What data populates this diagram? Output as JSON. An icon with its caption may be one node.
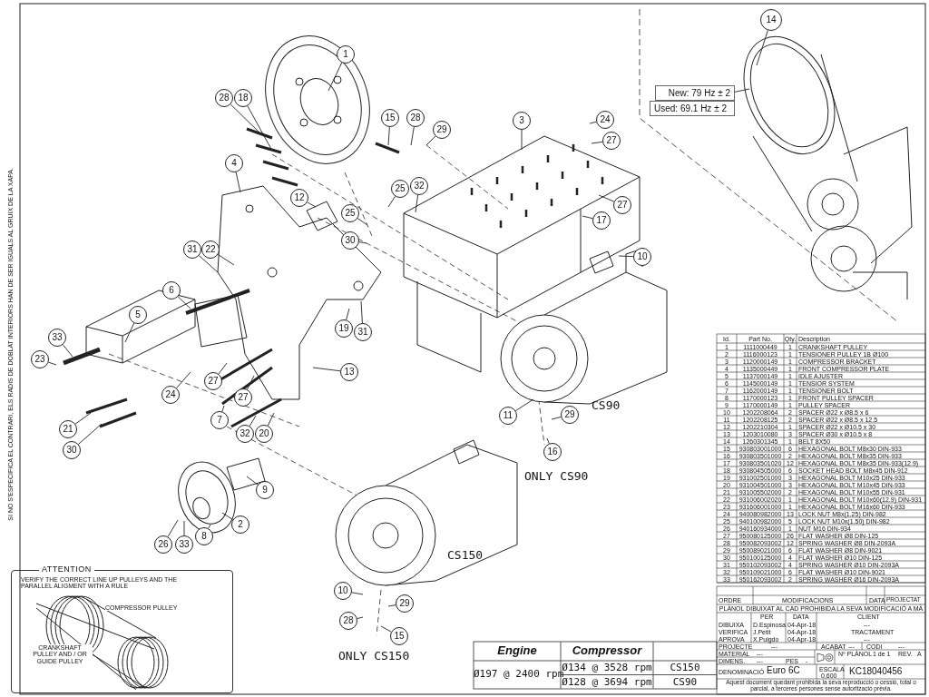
{
  "diagram": {
    "nodes": [
      {
        "text": [
          "14"
        ]
      },
      {
        "text": [
          "1"
        ]
      },
      {
        "text": [
          "New: 79 Hz ± 2",
          "Used: 69.1 Hz ± 2"
        ]
      },
      {
        "text": [
          "28"
        ]
      },
      {
        "text": [
          "18"
        ]
      },
      {
        "text": [
          "15"
        ]
      },
      {
        "text": [
          "28"
        ]
      },
      {
        "text": [
          "3"
        ]
      },
      {
        "text": [
          "24"
        ]
      },
      {
        "text": [
          "29"
        ]
      },
      {
        "text": [
          "27"
        ]
      },
      {
        "text": [
          "4"
        ]
      },
      {
        "text": [
          "32"
        ]
      },
      {
        "text": [
          "25"
        ]
      },
      {
        "text": [
          "12"
        ]
      },
      {
        "text": [
          "27"
        ]
      },
      {
        "text": [
          "25"
        ]
      },
      {
        "text": [
          "17"
        ]
      },
      {
        "text": [
          "30"
        ]
      },
      {
        "text": [
          "31"
        ]
      },
      {
        "text": [
          "22"
        ]
      },
      {
        "text": [
          "10"
        ]
      },
      {
        "text": [
          "6"
        ]
      },
      {
        "text": [
          "5"
        ]
      },
      {
        "text": [
          "19"
        ]
      },
      {
        "text": [
          "31"
        ]
      },
      {
        "text": [
          "33"
        ]
      },
      {
        "text": [
          "23"
        ]
      },
      {
        "text": [
          "13"
        ]
      },
      {
        "text": [
          "27"
        ]
      },
      {
        "text": [
          "24"
        ]
      },
      {
        "text": [
          "27"
        ]
      },
      {
        "text": [
          "11"
        ]
      },
      {
        "text": [
          "29"
        ]
      },
      {
        "text": [
          "7"
        ]
      },
      {
        "text": [
          "21"
        ]
      },
      {
        "text": [
          "32"
        ]
      },
      {
        "text": [
          "20"
        ]
      },
      {
        "text": [
          "16"
        ]
      },
      {
        "text": [
          "30"
        ]
      },
      {
        "text": [
          "9"
        ]
      },
      {
        "text": [
          "2"
        ]
      },
      {
        "text": [
          "8"
        ]
      },
      {
        "text": [
          "26"
        ]
      },
      {
        "text": [
          "33"
        ]
      },
      {
        "text": [
          "ATTENTION",
          "VERIFY THE CORRECT LINE UP PULLEYS AND THE PARALLEL ALIGMENT WITH A RULE"
        ]
      },
      {
        "text": [
          "10"
        ]
      },
      {
        "text": [
          "29"
        ]
      },
      {
        "text": [
          "28"
        ]
      },
      {
        "text": [
          "15"
        ]
      }
    ],
    "edges": [
      {
        "from": 0,
        "to": null,
        "arrow": "none"
      },
      {
        "from": 1,
        "to": null,
        "arrow": "none"
      },
      {
        "from": 2,
        "to": null,
        "arrow": "none"
      },
      {
        "from": 3,
        "to": null,
        "arrow": "none"
      },
      {
        "from": 4,
        "to": null,
        "arrow": "none"
      },
      {
        "from": 5,
        "to": null,
        "arrow": "none"
      },
      {
        "from": 6,
        "to": null,
        "arrow": "none"
      },
      {
        "from": 7,
        "to": null,
        "arrow": "none"
      },
      {
        "from": 8,
        "to": null,
        "arrow": "none"
      },
      {
        "from": 9,
        "to": null,
        "arrow": "none"
      },
      {
        "from": 10,
        "to": null,
        "arrow": "none"
      },
      {
        "from": 11,
        "to": null,
        "arrow": "none"
      },
      {
        "from": 12,
        "to": null,
        "arrow": "none"
      },
      {
        "from": 13,
        "to": null,
        "arrow": "none"
      },
      {
        "from": 14,
        "to": null,
        "arrow": "none"
      },
      {
        "from": 15,
        "to": null,
        "arrow": "none"
      },
      {
        "from": 16,
        "to": null,
        "arrow": "none"
      },
      {
        "from": 17,
        "to": null,
        "arrow": "none"
      },
      {
        "from": 18,
        "to": null,
        "arrow": "none"
      },
      {
        "from": 19,
        "to": null,
        "arrow": "none"
      },
      {
        "from": 20,
        "to": null,
        "arrow": "none"
      },
      {
        "from": 21,
        "to": null,
        "arrow": "none"
      },
      {
        "from": 22,
        "to": null,
        "arrow": "none"
      },
      {
        "from": 23,
        "to": null,
        "arrow": "none"
      },
      {
        "from": 24,
        "to": null,
        "arrow": "none"
      },
      {
        "from": 25,
        "to": null,
        "arrow": "none"
      },
      {
        "from": 26,
        "to": null,
        "arrow": "none"
      },
      {
        "from": 27,
        "to": null,
        "arrow": "none"
      },
      {
        "from": 28,
        "to": null,
        "arrow": "none"
      },
      {
        "from": 29,
        "to": null,
        "arrow": "none"
      },
      {
        "from": 30,
        "to": null,
        "arrow": "none"
      },
      {
        "from": 31,
        "to": null,
        "arrow": "none"
      },
      {
        "from": 32,
        "to": null,
        "arrow": "none"
      },
      {
        "from": 33,
        "to": null,
        "arrow": "none"
      },
      {
        "from": 34,
        "to": null,
        "arrow": "none"
      },
      {
        "from": 35,
        "to": null,
        "arrow": "none"
      },
      {
        "from": 36,
        "to": null,
        "arrow": "none"
      },
      {
        "from": 37,
        "to": null,
        "arrow": "none"
      },
      {
        "from": 38,
        "to": null,
        "arrow": "none"
      },
      {
        "from": 39,
        "to": null,
        "arrow": "none"
      },
      {
        "from": 40,
        "to": null,
        "arrow": "none"
      },
      {
        "from": 41,
        "to": null,
        "arrow": "none"
      },
      {
        "from": 42,
        "to": null,
        "arrow": "none"
      },
      {
        "from": 43,
        "to": null,
        "arrow": "none"
      },
      {
        "from": 44,
        "to": null,
        "arrow": "none"
      },
      {
        "from": 46,
        "to": null,
        "arrow": "none"
      },
      {
        "from": 47,
        "to": null,
        "arrow": "none"
      },
      {
        "from": 48,
        "to": null,
        "arrow": "none"
      },
      {
        "from": 49,
        "to": null,
        "arrow": "none"
      }
    ],
    "labels": [
      "SI NO S'ESPECIFICA EL CONTRARI, ELS RADIS DE DOBLAT INTERIORS HAN DE SER IGUALS AL GRUIX DE LA XAPA.",
      "CS90",
      "ONLY CS90",
      "CS150",
      "ONLY CS150",
      "COMPRESSOR PULLEY",
      "CRANKSHAFT PULLEY AND / OR GUIDE PULLEY",
      "Id.",
      "Part No.",
      "Qty.",
      "Description",
      "1",
      "1111000449",
      "1",
      "CRANKSHAFT PULLEY",
      "2",
      "1116000123",
      "1",
      "TENSIONER PULLEY 1B Ø100",
      "3",
      "1120000149",
      "1",
      "COMPRESSOR BRACKET",
      "4",
      "1135000449",
      "1",
      "FRONT COMPRESSOR PLATE",
      "5",
      "1137000149",
      "1",
      "IDLE AJUSTER",
      "6",
      "1145000149",
      "1",
      "TENSIOR SYSTEM",
      "7",
      "1162000149",
      "1",
      "TENSIONER BOLT",
      "8",
      "1170000123",
      "1",
      "FRONT PULLEY SPACER",
      "9",
      "1170000149",
      "1",
      "PULLEY SPACER",
      "10",
      "1202208064",
      "2",
      "SPACER Ø22 x Ø8.5 x 6",
      "11",
      "1202208125",
      "2",
      "SPACER Ø22 x Ø8.5 x 12.5",
      "12",
      "1202210304",
      "1",
      "SPACER Ø22 x Ø10.5 x 30",
      "13",
      "1203010080",
      "3",
      "SPACER Ø30 x Ø10.5 x 8",
      "14",
      "1260301345",
      "1",
      "BELT 8X50",
      "15",
      "930803001000",
      "6",
      "HEXAGONAL BOLT M8x30 DIN-933",
      "16",
      "930803501000",
      "2",
      "HEXAGONAL BOLT M8x35 DIN-933",
      "17",
      "930803501020",
      "12",
      "HEXAGONAL BOLT M8x35 DIN-933(12.9)",
      "18",
      "930804505000",
      "6",
      "SOCKET HEAD BOLT M8x45 DIN-912",
      "19",
      "931002501000",
      "3",
      "HEXAGONAL BOLT M10x25 DIN-933",
      "20",
      "931004501000",
      "3",
      "HEXAGONAL BOLT M10x45 DIN-933",
      "21",
      "931005502000",
      "2",
      "HEXAGONAL BOLT M10x55 DIN-931",
      "22",
      "931006002020",
      "1",
      "HEXAGONAL BOLT M10x60(12.9) DIN-931",
      "23",
      "931606001000",
      "1",
      "HEXAGONAL BOLT M16x60 DIN-933",
      "24",
      "940080982000",
      "13",
      "LOCK NUT M8x(1.25) DIN-982",
      "25",
      "940100982000",
      "5",
      "LOCK NUT M10x(1.50) DIN-982",
      "26",
      "940160934000",
      "1",
      "NUT M16 DIN-934",
      "27",
      "950080125000",
      "26",
      "FLAT WASHER Ø8 DIN-125",
      "28",
      "950082093002",
      "12",
      "SPRING WASHER Ø8 DIN-2093A",
      "29",
      "950089021000",
      "6",
      "FLAT WASHER Ø8 DIN-9021",
      "30",
      "950100125000",
      "4",
      "FLAT WASHER Ø10 DIN-125",
      "31",
      "950102093002",
      "4",
      "SPRING WASHER Ø10 DIN-2093A",
      "32",
      "950109021000",
      "6",
      "FLAT WASHER Ø10 DIN-9021",
      "33",
      "950162093002",
      "2",
      "SPRING WASHER Ø16 DIN-2093A",
      "Engine",
      "Compressor",
      "Ø197 @ 2400 rpm",
      "Ø134 @ 3528 rpm",
      "CS150",
      "Ø128 @ 3694 rpm",
      "CS90",
      "ORDRE",
      "MODIFICACIONS",
      "DATA",
      "PROJECTAT",
      "PLÀNOL DIBUIXAT AL CAD PROHIBIDA LA SEVA MODIFICACIÓ A MÀ",
      "PER",
      "DATA",
      "CLIENT",
      "---",
      "DIBUIXA",
      "D.Espinosa",
      "04-Apr-18",
      "VERIFICA",
      "J.Petit",
      "04-Apr-18",
      "TRACTAMENT",
      "APROVA",
      "X.Puigdo",
      "04-Apr-18",
      "---",
      "PROJECTE",
      "---",
      "ACABAT",
      "---",
      "CODI",
      "---",
      "MATERIAL",
      "---",
      "DIMENS.",
      "---",
      "PES",
      "-",
      "Nº PLÀNOL",
      "1 de 1",
      "REV.",
      "A",
      "DENOMINACIÓ",
      "Euro 6C",
      "ESCALA",
      "0,600",
      "KC18040456",
      "Aquest document quedant prohibida la seva reproducció o cessió, total o parcial, a terceres persones sense autorització prèvia."
    ]
  }
}
